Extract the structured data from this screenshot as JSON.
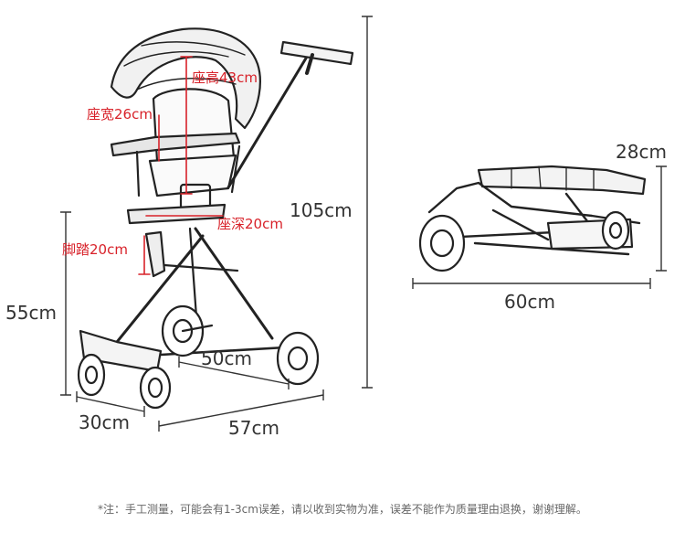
{
  "stroller_dimensions": {
    "seat_height": "座高43cm",
    "seat_width": "座宽26cm",
    "seat_depth": "座深20cm",
    "footrest": "脚踏20cm",
    "total_height": "105cm",
    "handle_height": "55cm",
    "wheel_gap": "50cm",
    "front_width": "30cm",
    "length": "57cm"
  },
  "folded_dimensions": {
    "height": "28cm",
    "length": "60cm"
  },
  "footnote": "*注：手工测量，可能会有1-3cm误差，请以收到实物为准，误差不能作为质量理由退换，谢谢理解。",
  "colors": {
    "dimension_text": "#333333",
    "seat_label": "#d8222a",
    "line": "#222222",
    "footnote": "#666666"
  }
}
